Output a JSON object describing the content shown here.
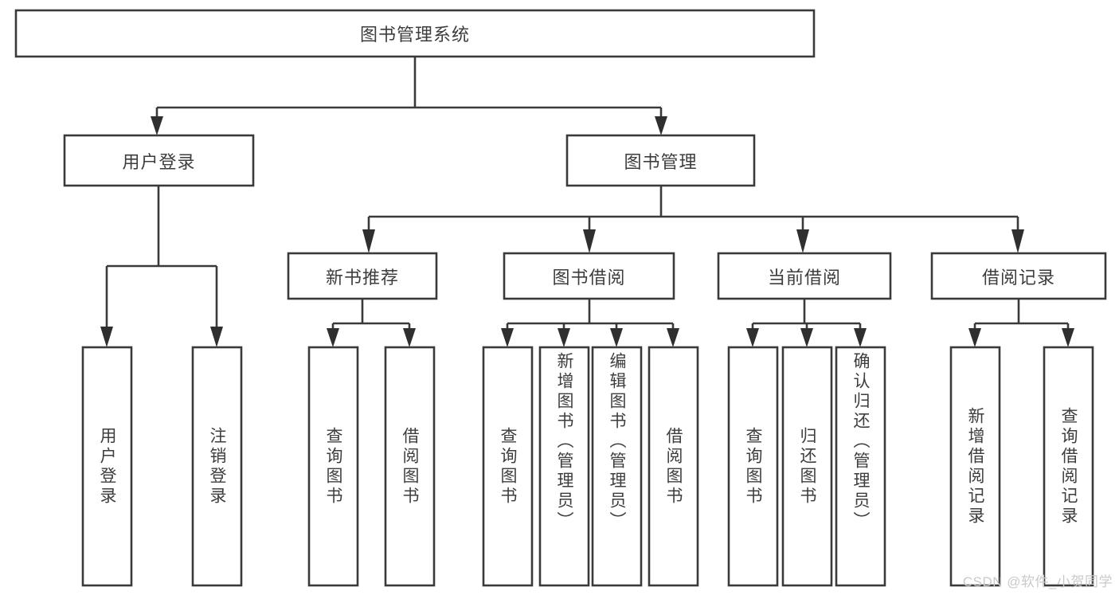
{
  "diagram": {
    "type": "tree-hierarchy",
    "title": "图书管理系统",
    "watermark": "CSDN @软件_小贺同学",
    "colors": {
      "box_stroke": "#3a3a3a",
      "box_fill": "#ffffff",
      "text": "#3d3d3d",
      "connector": "#3a3a3a",
      "arrow": "#2f2f2f",
      "watermark": "#c9c9c9",
      "background": "#ffffff"
    },
    "nodes": {
      "root": {
        "label": "图书管理系统",
        "orientation": "horizontal"
      },
      "level1": [
        {
          "id": "user-login",
          "label": "用户登录",
          "orientation": "horizontal"
        },
        {
          "id": "book-manage",
          "label": "图书管理",
          "orientation": "horizontal"
        }
      ],
      "level2": [
        {
          "id": "new-book-rec",
          "label": "新书推荐",
          "orientation": "horizontal",
          "parent": "book-manage"
        },
        {
          "id": "book-borrow",
          "label": "图书借阅",
          "orientation": "horizontal",
          "parent": "book-manage"
        },
        {
          "id": "current-borrow",
          "label": "当前借阅",
          "orientation": "horizontal",
          "parent": "book-manage"
        },
        {
          "id": "borrow-record",
          "label": "借阅记录",
          "orientation": "horizontal",
          "parent": "book-manage"
        }
      ],
      "leaves": [
        {
          "id": "leaf-user-login",
          "label": "用户登录",
          "orientation": "vertical",
          "parent": "user-login"
        },
        {
          "id": "leaf-user-logout",
          "label": "注销登录",
          "orientation": "vertical",
          "parent": "user-login"
        },
        {
          "id": "leaf-query-book-1",
          "label": "查询图书",
          "orientation": "vertical",
          "parent": "new-book-rec"
        },
        {
          "id": "leaf-borrow-book-1",
          "label": "借阅图书",
          "orientation": "vertical",
          "parent": "new-book-rec"
        },
        {
          "id": "leaf-query-book-2",
          "label": "查询图书",
          "orientation": "vertical",
          "parent": "book-borrow"
        },
        {
          "id": "leaf-add-book",
          "label": "新增图书（管理员）",
          "orientation": "vertical",
          "parent": "book-borrow"
        },
        {
          "id": "leaf-edit-book",
          "label": "编辑图书（管理员）",
          "orientation": "vertical",
          "parent": "book-borrow"
        },
        {
          "id": "leaf-borrow-book-2",
          "label": "借阅图书",
          "orientation": "vertical",
          "parent": "book-borrow"
        },
        {
          "id": "leaf-query-book-3",
          "label": "查询图书",
          "orientation": "vertical",
          "parent": "current-borrow"
        },
        {
          "id": "leaf-return-book",
          "label": "归还图书",
          "orientation": "vertical",
          "parent": "current-borrow"
        },
        {
          "id": "leaf-confirm-return",
          "label": "确认归还（管理员）",
          "orientation": "vertical",
          "parent": "current-borrow"
        },
        {
          "id": "leaf-add-record",
          "label": "新增借阅记录",
          "orientation": "vertical",
          "parent": "borrow-record"
        },
        {
          "id": "leaf-query-record",
          "label": "查询借阅记录",
          "orientation": "vertical",
          "parent": "borrow-record"
        }
      ]
    }
  }
}
